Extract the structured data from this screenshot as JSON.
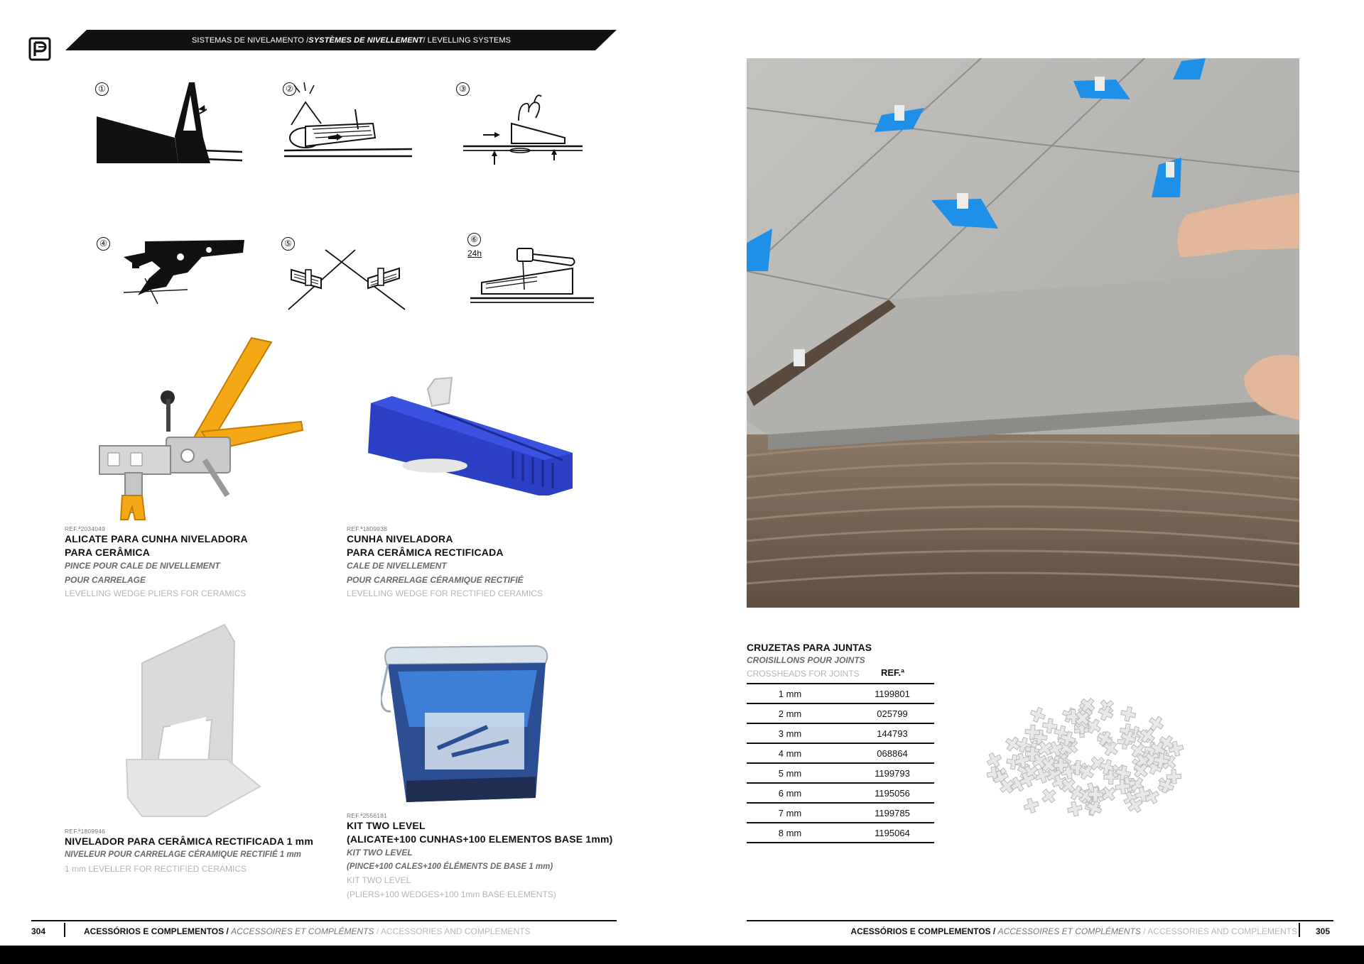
{
  "header": {
    "banner_pt": "SISTEMAS DE NIVELAMENTO / ",
    "banner_fr": "SYSTÈMES DE NIVELLEMENT",
    "banner_en": " / LEVELLING SYSTEMS"
  },
  "steps": [
    {
      "num": "①",
      "name": "step-1"
    },
    {
      "num": "②",
      "name": "step-2"
    },
    {
      "num": "③",
      "name": "step-3"
    },
    {
      "num": "④",
      "name": "step-4"
    },
    {
      "num": "⑤",
      "name": "step-5"
    },
    {
      "num": "⑥",
      "name": "step-6",
      "extra": "24h"
    }
  ],
  "products": {
    "pliers": {
      "ref": "REF.ª2034049",
      "pt1": "ALICATE PARA CUNHA NIVELADORA",
      "pt2": "PARA CERÂMICA",
      "fr1": "PINCE POUR CALE DE NIVELLEMENT",
      "fr2": "POUR CARRELAGE",
      "en1": "LEVELLING WEDGE PLIERS FOR CERAMICS"
    },
    "wedge": {
      "ref": "REF.ª1809938",
      "pt1": "CUNHA NIVELADORA",
      "pt2": "PARA CERÂMICA RECTIFICADA",
      "fr1": "CALE DE NIVELLEMENT",
      "fr2": "POUR CARRELAGE CÉRAMIQUE RECTIFIÉ",
      "en1": "LEVELLING WEDGE FOR RECTIFIED CERAMICS"
    },
    "leveller": {
      "ref": "REF.ª1809946",
      "pt1": "NIVELADOR PARA CERÂMICA RECTIFICADA 1 mm",
      "fr1": "NIVELEUR POUR CARRELAGE CÉRAMIQUE RECTIFIÉ 1 mm",
      "en1": "1 mm LEVELLER FOR RECTIFIED CERAMICS"
    },
    "kit": {
      "ref": "REF.ª2556181",
      "pt1": "KIT TWO LEVEL",
      "pt2": "(ALICATE+100 CUNHAS+100 ELEMENTOS BASE 1mm)",
      "fr1": "KIT TWO LEVEL",
      "fr2": "(PINCE+100 CALES+100 ÉLÉMENTS DE BASE 1 mm)",
      "en1": "KIT TWO LEVEL",
      "en2": "(PLIERS+100 WEDGES+100 1mm BASE ELEMENTS)"
    }
  },
  "crossheads": {
    "title": "CRUZETAS PARA JUNTAS",
    "fr": "CROISILLONS POUR JOINTS",
    "en": "CROSSHEADS FOR JOINTS",
    "ref_header": "REF.ª",
    "rows": [
      {
        "size": "1 mm",
        "ref": "1199801"
      },
      {
        "size": "2 mm",
        "ref": "025799"
      },
      {
        "size": "3 mm",
        "ref": "144793"
      },
      {
        "size": "4 mm",
        "ref": "068864"
      },
      {
        "size": "5 mm",
        "ref": "1199793"
      },
      {
        "size": "6 mm",
        "ref": "1195056"
      },
      {
        "size": "7 mm",
        "ref": "1199785"
      },
      {
        "size": "8 mm",
        "ref": "1195064"
      }
    ]
  },
  "footer": {
    "left_page": "304",
    "right_page": "305",
    "pt": "ACESSÓRIOS E COMPLEMENTOS / ",
    "fr": "ACCESSOIRES ET COMPLÉMENTS",
    "en": " / ACCESSORIES AND COMPLEMENTS"
  },
  "colors": {
    "accent_blue": "#1e90e8",
    "wedge_blue": "#2b3fc4",
    "pliers_orange": "#f5a816",
    "tile_grey": "#b8b6b3",
    "mortar_brown": "#7d6a58"
  }
}
